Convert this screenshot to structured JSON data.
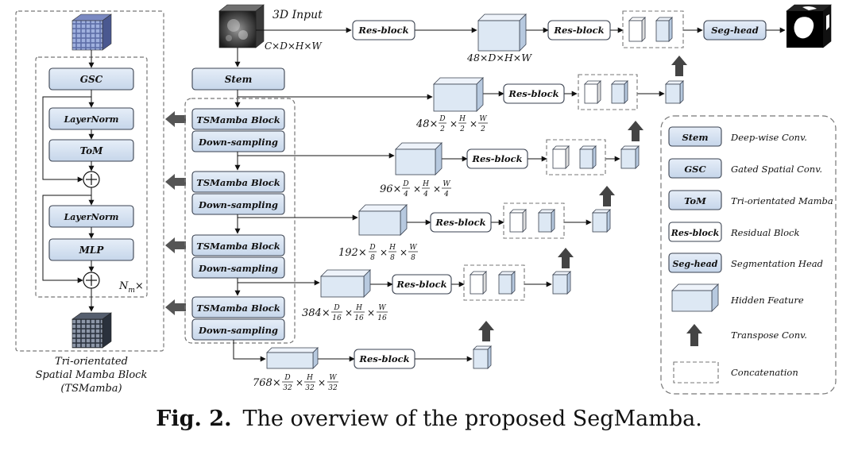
{
  "caption": {
    "prefix": "Fig. 2.",
    "text": "The overview of the proposed SegMamba."
  },
  "input": {
    "title": "3D Input",
    "dims": "C×D×H×W"
  },
  "encoder": {
    "stem": "Stem",
    "block": "TSMamba Block",
    "down": "Down-sampling"
  },
  "resblock_label": "Res-block",
  "seghead_label": "Seg-head",
  "features": {
    "f0": {
      "prefix": "48×D×H×W"
    },
    "f1": {
      "prefix": "48×",
      "d": "D",
      "dd": "2",
      "h": "H",
      "hd": "2",
      "w": "W",
      "wd": "2"
    },
    "f2": {
      "prefix": "96×",
      "d": "D",
      "dd": "4",
      "h": "H",
      "hd": "4",
      "w": "W",
      "wd": "4"
    },
    "f3": {
      "prefix": "192×",
      "d": "D",
      "dd": "8",
      "h": "H",
      "hd": "8",
      "w": "W",
      "wd": "8"
    },
    "f4": {
      "prefix": "384×",
      "d": "D",
      "dd": "16",
      "h": "H",
      "hd": "16",
      "w": "W",
      "wd": "16"
    },
    "f5": {
      "prefix": "768×",
      "d": "D",
      "dd": "32",
      "h": "H",
      "hd": "32",
      "w": "W",
      "wd": "32"
    }
  },
  "tsmamba": {
    "gsc": "GSC",
    "norm1": "LayerNorm",
    "tom": "ToM",
    "norm2": "LayerNorm",
    "mlp": "MLP",
    "repeat": "N",
    "repeat_sub": "m",
    "repeat_suffix": "×",
    "title1": "Tri-orientated",
    "title2": "Spatial Mamba Block",
    "title3": "(TSMamba)"
  },
  "legend": [
    {
      "key": "Stem",
      "desc": "Deep-wise Conv."
    },
    {
      "key": "GSC",
      "desc": "Gated Spatial Conv."
    },
    {
      "key": "ToM",
      "desc": "Tri-orientated Mamba"
    },
    {
      "key": "Res-block",
      "desc": "Residual Block"
    },
    {
      "key": "Seg-head",
      "desc": "Segmentation Head"
    },
    {
      "key": "",
      "desc": "Hidden Feature"
    },
    {
      "key": "",
      "desc": "Transpose Conv."
    },
    {
      "key": "",
      "desc": "Concatenation"
    }
  ],
  "colors": {
    "block_fill": "#dbe6f3",
    "block_stroke": "#3a4250",
    "feature_fill": "#dde8f4",
    "arrow_gray": "#555555"
  }
}
